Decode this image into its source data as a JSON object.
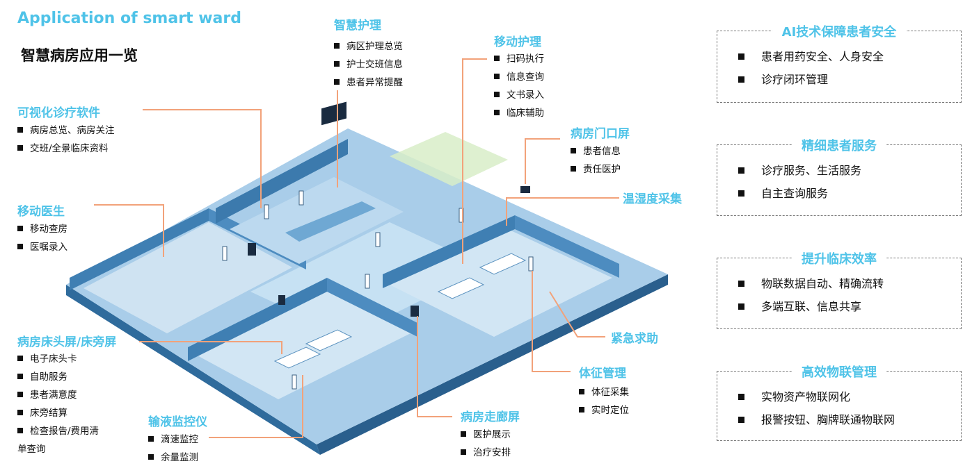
{
  "header": {
    "title_en": "Application of smart ward",
    "title_cn": "智慧病房应用一览"
  },
  "callouts": {
    "smart_nursing": {
      "title": "智慧护理",
      "items": [
        "病区护理总览",
        "护士交班信息",
        "患者异常提醒"
      ]
    },
    "mobile_nursing": {
      "title": "移动护理",
      "items": [
        "扫码执行",
        "信息查询",
        "文书录入",
        "临床辅助"
      ]
    },
    "visual_software": {
      "title": "可视化诊疗软件",
      "items": [
        "病房总览、病房关注",
        "交班/全景临床资料"
      ]
    },
    "door_screen": {
      "title": "病房门口屏",
      "items": [
        "患者信息",
        "责任医护"
      ]
    },
    "temp_humidity": {
      "title": "温湿度采集",
      "items": []
    },
    "mobile_doctor": {
      "title": "移动医生",
      "items": [
        "移动查房",
        "医嘱录入"
      ]
    },
    "emergency": {
      "title": "紧急求助",
      "items": []
    },
    "bedside_screen": {
      "title": "病房床头屏/床旁屏",
      "items": [
        "电子床头卡",
        "自助服务",
        "患者满意度",
        "床旁结算",
        "检查报告/费用清"
      ],
      "item_cont": "单查询"
    },
    "vitals": {
      "title": "体征管理",
      "items": [
        "体征采集",
        "实时定位"
      ]
    },
    "infusion": {
      "title": "输液监控仪",
      "items": [
        "滴速监控",
        "余量监测"
      ]
    },
    "corridor_screen": {
      "title": "病房走廊屏",
      "items": [
        "医护展示",
        "治疗安排"
      ]
    }
  },
  "panels": [
    {
      "title": "AI技术保障患者安全",
      "items": [
        "患者用药安全、人身安全",
        "诊疗闭环管理"
      ]
    },
    {
      "title": "精细患者服务",
      "items": [
        "诊疗服务、生活服务",
        "自主查询服务"
      ]
    },
    {
      "title": "提升临床效率",
      "items": [
        "物联数据自动、精确流转",
        "多端互联、信息共享"
      ]
    },
    {
      "title": "高效物联管理",
      "items": [
        "实物资产物联网化",
        "报警按钮、胸牌联通物联网"
      ]
    }
  ],
  "colors": {
    "accent": "#4fc3e8",
    "leader": "#f2a27a",
    "floor": "#b9d8ee",
    "wall": "#3f7fb3"
  }
}
